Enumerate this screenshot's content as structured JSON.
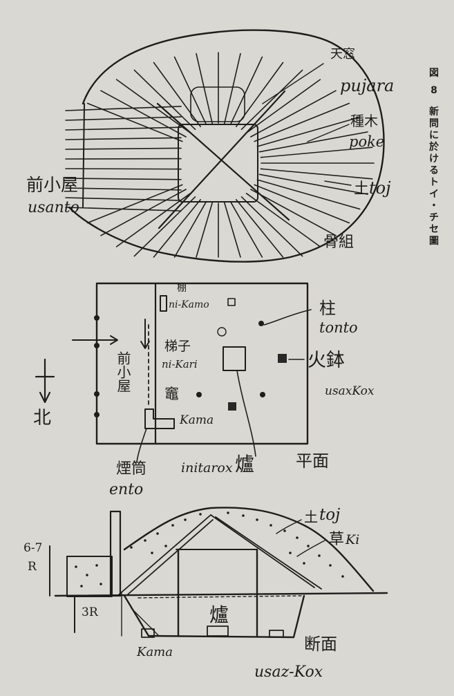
{
  "caption": {
    "figure_mark": "図",
    "figure_number": "8",
    "title_chars": [
      "新",
      "問",
      "に",
      "於",
      "け",
      "る",
      "ト",
      "イ",
      "・",
      "チ",
      "セ",
      "圖"
    ]
  },
  "framework_view": {
    "skylight": "天窓",
    "skylight_ainu": "pujara",
    "rafter": "種木",
    "rafter_ainu": "poke",
    "earth": "土",
    "earth_ainu": "toj",
    "vestibule": "前小屋",
    "vestibule_ainu": "usanto",
    "view_title": "骨組"
  },
  "plan_view": {
    "shelf": "棚",
    "shelf_ainu": "ni-Kamo",
    "ladder": "梯子",
    "ladder_ainu": "ni-Kari",
    "pillar": "柱",
    "pillar_ainu": "tonto",
    "brazier": "火鉢",
    "brazier_ainu": "usaxKox",
    "stove": "竈",
    "stove_ainu": "Kama",
    "vestibule": "前小屋",
    "north": "北",
    "chimney": "煙筒",
    "chimney_ainu": "ento",
    "hearth": "爐",
    "hearth_ainu": "initarox",
    "view_title": "平面"
  },
  "section_view": {
    "earth": "土",
    "earth_ainu": "toj",
    "grass": "草",
    "grass_ainu": "Ki",
    "height_label": "6-7",
    "height_unit": "R",
    "depth_label": "3R",
    "hearth": "爐",
    "stove_ainu": "Kama",
    "brazier_ainu": "usaz-Kox",
    "view_title": "断面"
  }
}
